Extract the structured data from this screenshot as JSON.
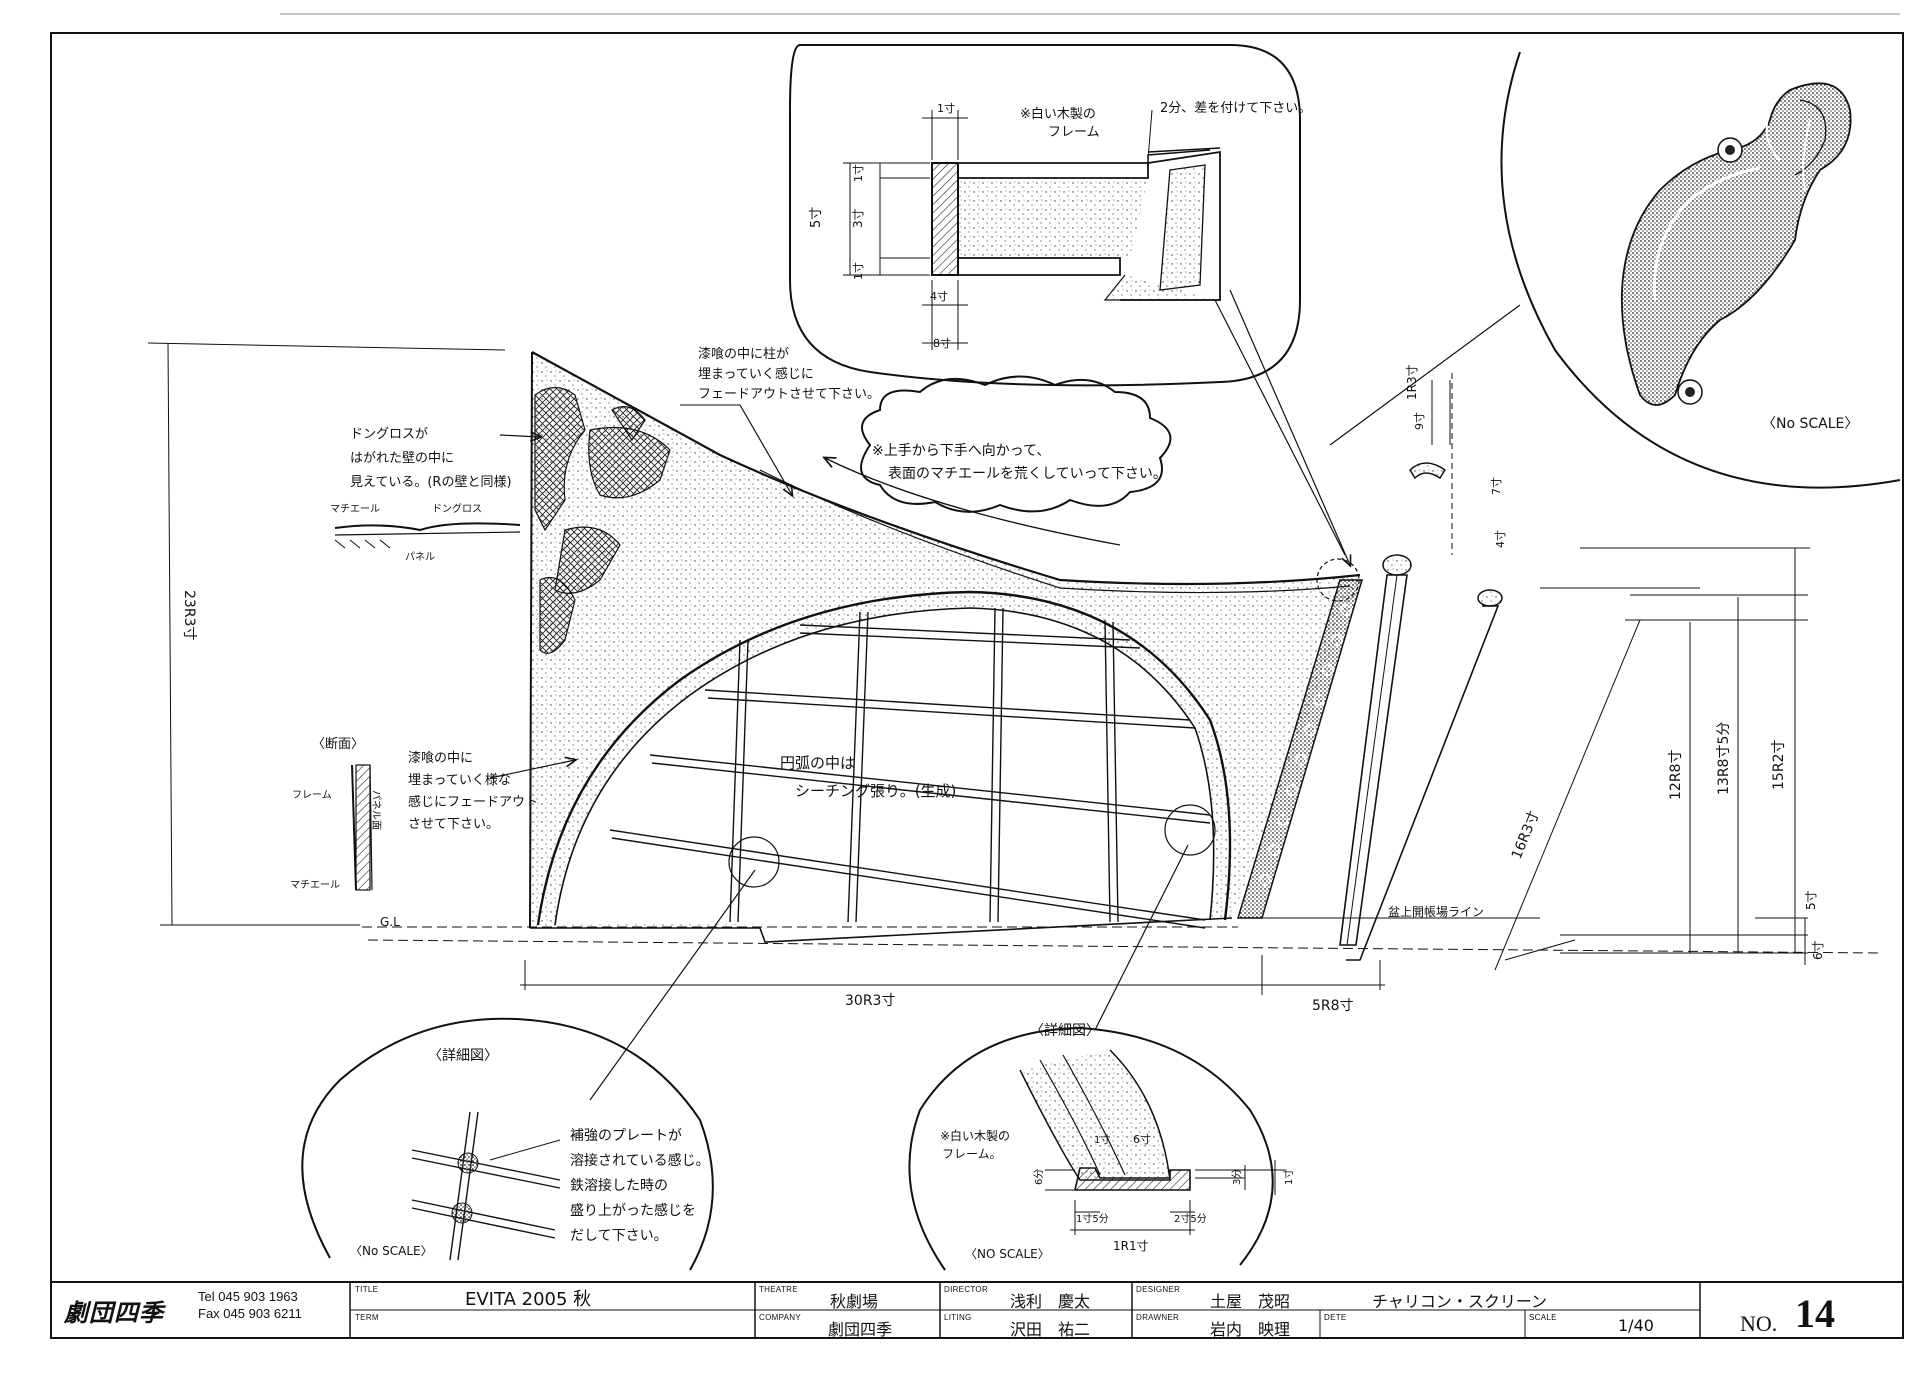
{
  "title_block": {
    "company_logo": "劇団四季",
    "tel": "Tel 045 903 1963",
    "fax": "Fax 045 903 6211",
    "labels": {
      "title": "TITLE",
      "term": "TERM",
      "theatre": "THEATRE",
      "company": "COMPANY",
      "director": "DIRECTOR",
      "liting": "LITING",
      "designer": "DESIGNER",
      "drawner": "DRAWNER",
      "date": "DETE",
      "scale": "SCALE"
    },
    "title_value": "EVITA 2005 秋",
    "term_value": "",
    "theatre_value": "秋劇場",
    "company_value": "劇団四季",
    "director_value": "浅利　慶太",
    "liting_value": "沢田　祐二",
    "designer_value": "土屋　茂昭",
    "drawner_value": "岩内　映理",
    "drawing_name": "チャリコン・スクリーン",
    "date_value": "",
    "scale_value": "1/40",
    "no_label": "NO.",
    "no_value": "14"
  },
  "annotations": {
    "frame_top_note": [
      "※白い木製の",
      "フレーム"
    ],
    "offset_note": "2分、差を付けて下さい。",
    "dim_1sun_top": "1寸",
    "dim_5sun": "5寸",
    "dim_1sun_a": "1寸",
    "dim_3sun": "3寸",
    "dim_1sun_b": "1寸",
    "dim_4sun": "4寸",
    "dim_8sun": "8寸",
    "stucco_fade_top": [
      "漆喰の中に柱が",
      "埋まっていく感じに",
      "フェードアウトさせて下さい。"
    ],
    "cloud_note": [
      "※上手から下手へ向かって、",
      "表面のマチエールを荒くしていって下さい。"
    ],
    "dongross_note": [
      "ドングロスが",
      "はがれた壁の中に",
      "見えている。(Rの壁と同様)"
    ],
    "matiere_label": "マチエール",
    "dongross_label": "ドングロス",
    "panel_label": "パネル",
    "height_dim": "23R3寸",
    "section_title": "〈断面〉",
    "frame_label": "フレーム",
    "panel_side_label": "パネル面",
    "matiere_side_label": "マチエール",
    "stucco_fade_left": [
      "漆喰の中に",
      "埋まっていく様な",
      "感じにフェードアウト",
      "させて下さい。"
    ],
    "arc_note": [
      "円弧の中は",
      "シーチング張り。(生成)"
    ],
    "gl_label": "G.L",
    "stage_line": "盆上開帳場ライン",
    "width_dim_1": "30R3寸",
    "width_dim_2": "5R8寸",
    "dim_12r8": "12R8寸",
    "dim_13r8": "13R8寸5分",
    "dim_15r2": "15R2寸",
    "dim_16r3": "16R3寸",
    "dim_5sun_r": "5寸",
    "dim_6sun_r": "6寸",
    "post_dim_1r3": "1R3寸",
    "post_dim_9": "9寸",
    "post_dim_7": "7寸",
    "post_dim_4": "4寸",
    "no_scale_top": "〈No SCALE〉",
    "detail_title_left": "〈詳細図〉",
    "weld_note": [
      "補強のプレートが",
      "溶接されている感じ。",
      "鉄溶接した時の",
      "盛り上がった感じを",
      "だして下さい。"
    ],
    "no_scale_left": "〈No SCALE〉",
    "detail_title_right": "〈詳細図〉",
    "frame_note_right": [
      "※白い木製の",
      "フレーム。"
    ],
    "d_6sun": "6寸",
    "d_1sun": "1寸",
    "d_6bu": "6分",
    "d_3bu": "3分",
    "d_1sun_r": "1寸",
    "d_1sun5bu_l": "1寸5分",
    "d_2sun5bu": "2寸5分",
    "d_1r1sun": "1R1寸",
    "no_scale_right": "〈NO SCALE〉"
  }
}
